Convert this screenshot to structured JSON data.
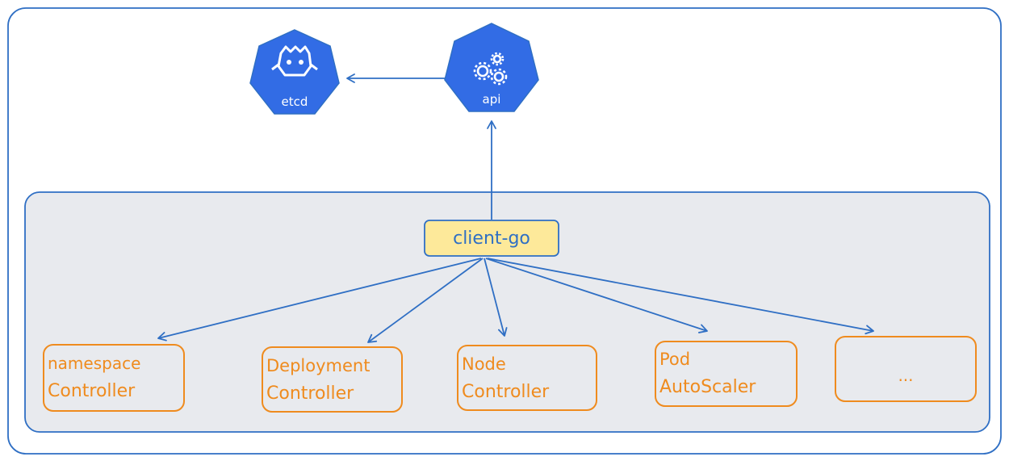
{
  "nodes": {
    "etcd": {
      "label": "etcd",
      "icon": "etcd-robot-icon"
    },
    "api": {
      "label": "api",
      "icon": "gears-icon"
    },
    "client_go": {
      "label": "client-go"
    }
  },
  "controllers": [
    {
      "line1": "namespace",
      "line2": "Controller"
    },
    {
      "line1": "Deployment",
      "line2": "Controller"
    },
    {
      "line1": "Node",
      "line2": "Controller"
    },
    {
      "line1": "Pod",
      "line2": "AutoScaler"
    },
    {
      "line1": "...",
      "line2": ""
    }
  ],
  "colors": {
    "blue": "#2f6fc4",
    "k8s_blue": "#326ce5",
    "orange": "#ef8b1e",
    "client_fill": "#fde99a",
    "group_fill": "#e8eaee"
  }
}
